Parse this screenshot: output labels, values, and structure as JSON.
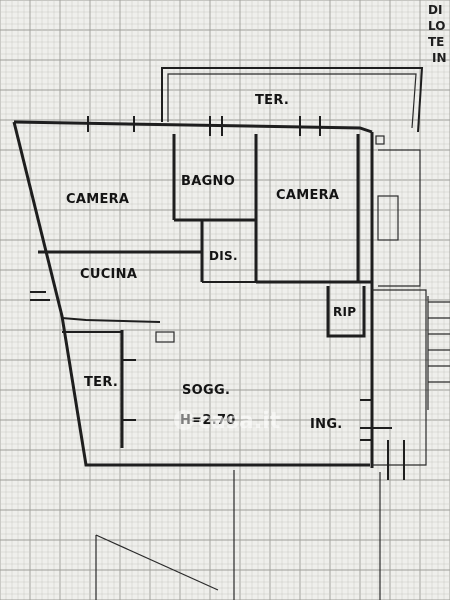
{
  "rooms": {
    "terrace_top": "TER.",
    "camera_left": "CAMERA",
    "bagno": "BAGNO",
    "camera_right": "CAMERA",
    "dis": "DIS.",
    "cucina": "CUCINA",
    "rip": "RIP",
    "terrace_left": "TER.",
    "soggiorno": "SOGG.",
    "height_note": "H=2.70",
    "ingresso": "ING."
  },
  "corner_text": [
    "DI",
    "LO",
    "TE",
    "IN"
  ],
  "watermark": "casa.it",
  "colors": {
    "paper": "#efefec",
    "ink": "#1e1e1e",
    "grid_minor": "#c9c9c4",
    "grid_major": "#9d9d98"
  }
}
